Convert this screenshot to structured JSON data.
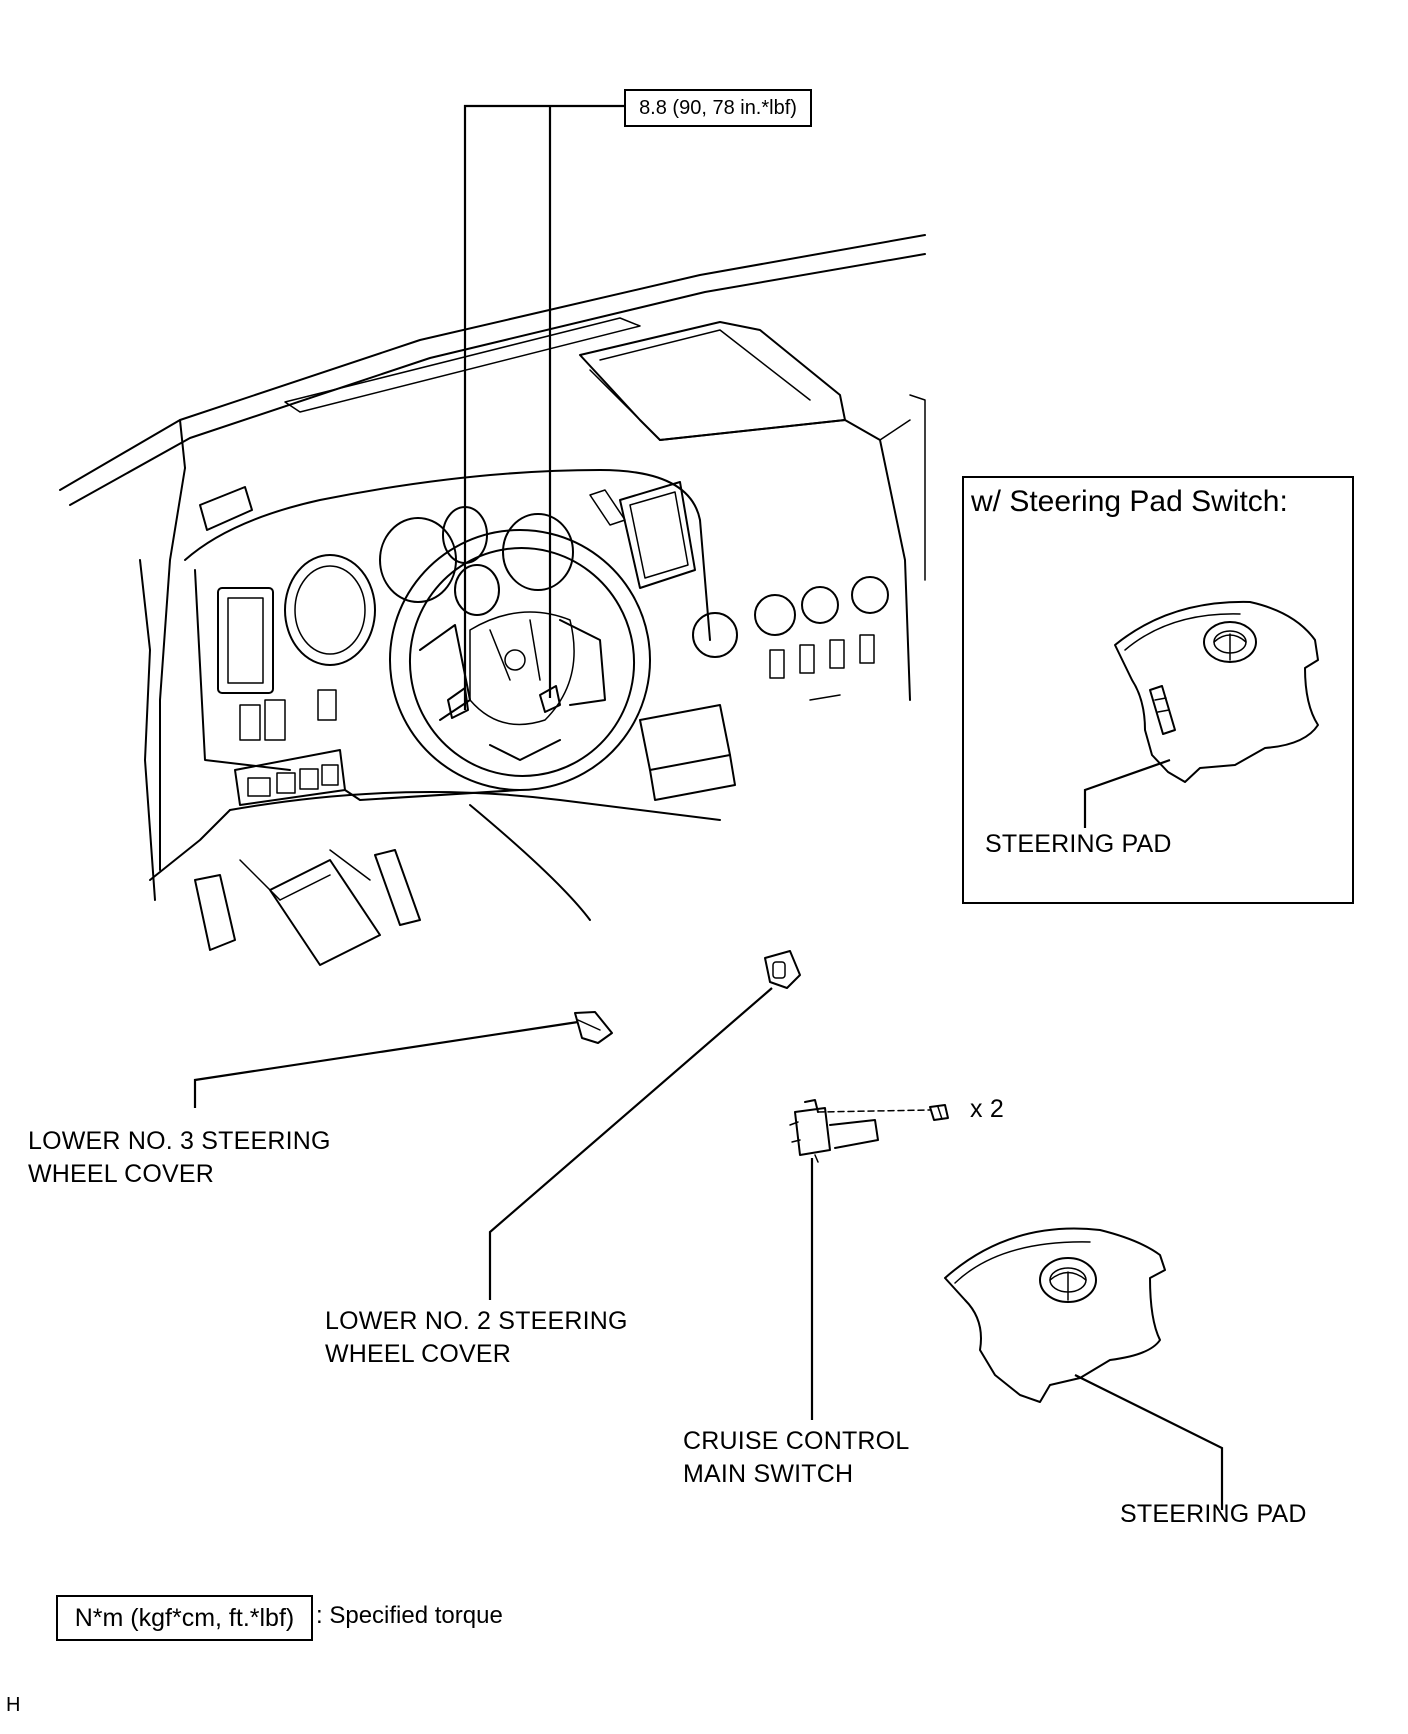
{
  "torque_spec": "8.8 (90, 78 in.*lbf)",
  "inset": {
    "title": "w/ Steering Pad Switch:",
    "steering_pad_label": "STEERING PAD"
  },
  "parts": {
    "lower_no3_line1": "LOWER NO. 3 STEERING",
    "lower_no3_line2": "WHEEL COVER",
    "lower_no2_line1": "LOWER NO. 2 STEERING",
    "lower_no2_line2": "WHEEL COVER",
    "cruise_line1": "CRUISE CONTROL",
    "cruise_line2": "MAIN SWITCH",
    "steering_pad": "STEERING PAD",
    "screw_qty": "x 2"
  },
  "legend": {
    "unit": "N*m (kgf*cm, ft.*lbf)",
    "description": ": Specified torque"
  },
  "page_code": "H"
}
